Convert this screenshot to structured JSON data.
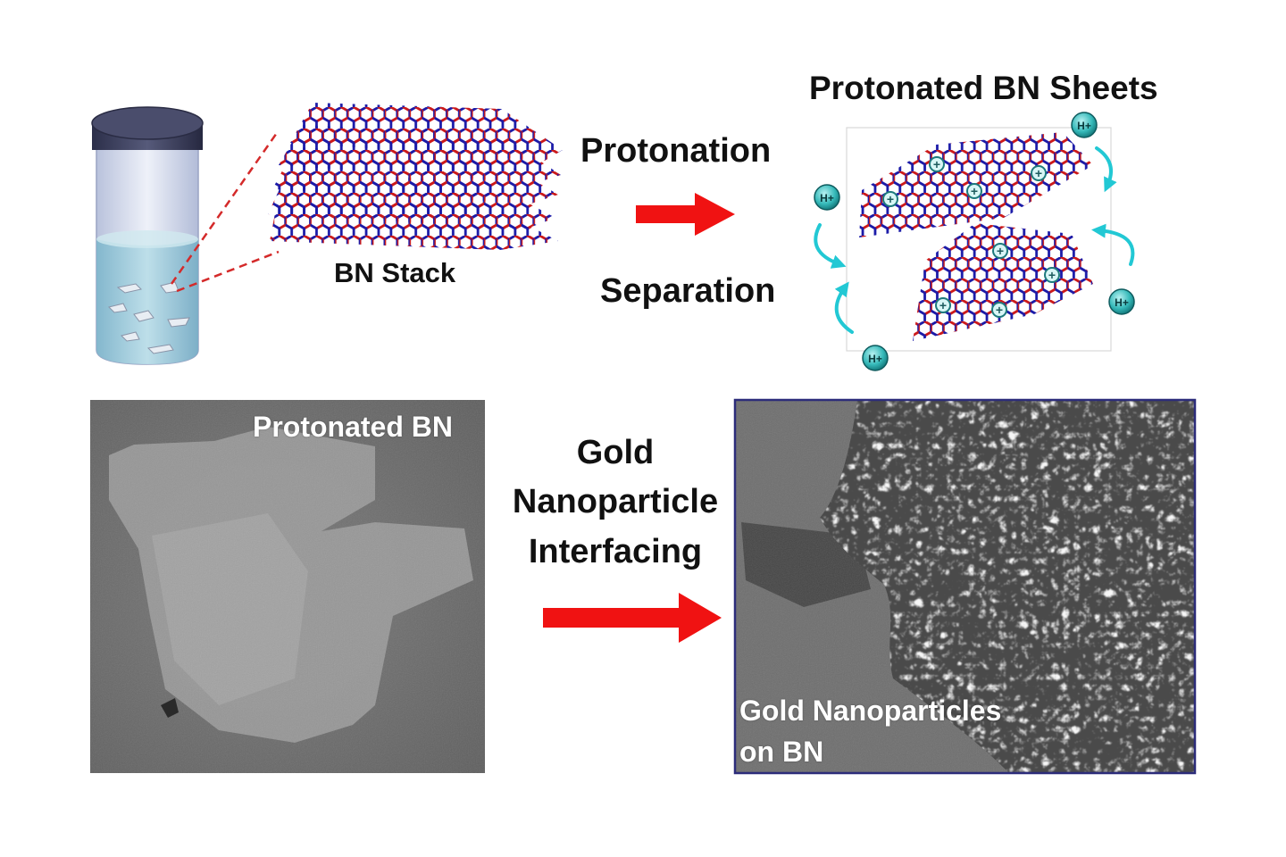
{
  "top_title": "Protonated BN Sheets",
  "bn_stack_label": "BN Stack",
  "step1": {
    "line1": "Protonation",
    "line2": "Separation"
  },
  "step2": {
    "line1": "Gold",
    "line2": "Nanoparticle",
    "line3": "Interfacing"
  },
  "sem_left_caption": "Protonated BN",
  "sem_right_caption": {
    "line1": "Gold Nanoparticles",
    "line2": "on BN"
  },
  "ion_label": "H+",
  "charge_symbol": "+",
  "colors": {
    "arrow": "#f01212",
    "boron": "#1a1aa8",
    "nitrogen": "#cc1a1a",
    "ion": "#2bb0b0",
    "exchange_arrow": "#22c8d4",
    "sem_frame": "#2c2c7a"
  }
}
